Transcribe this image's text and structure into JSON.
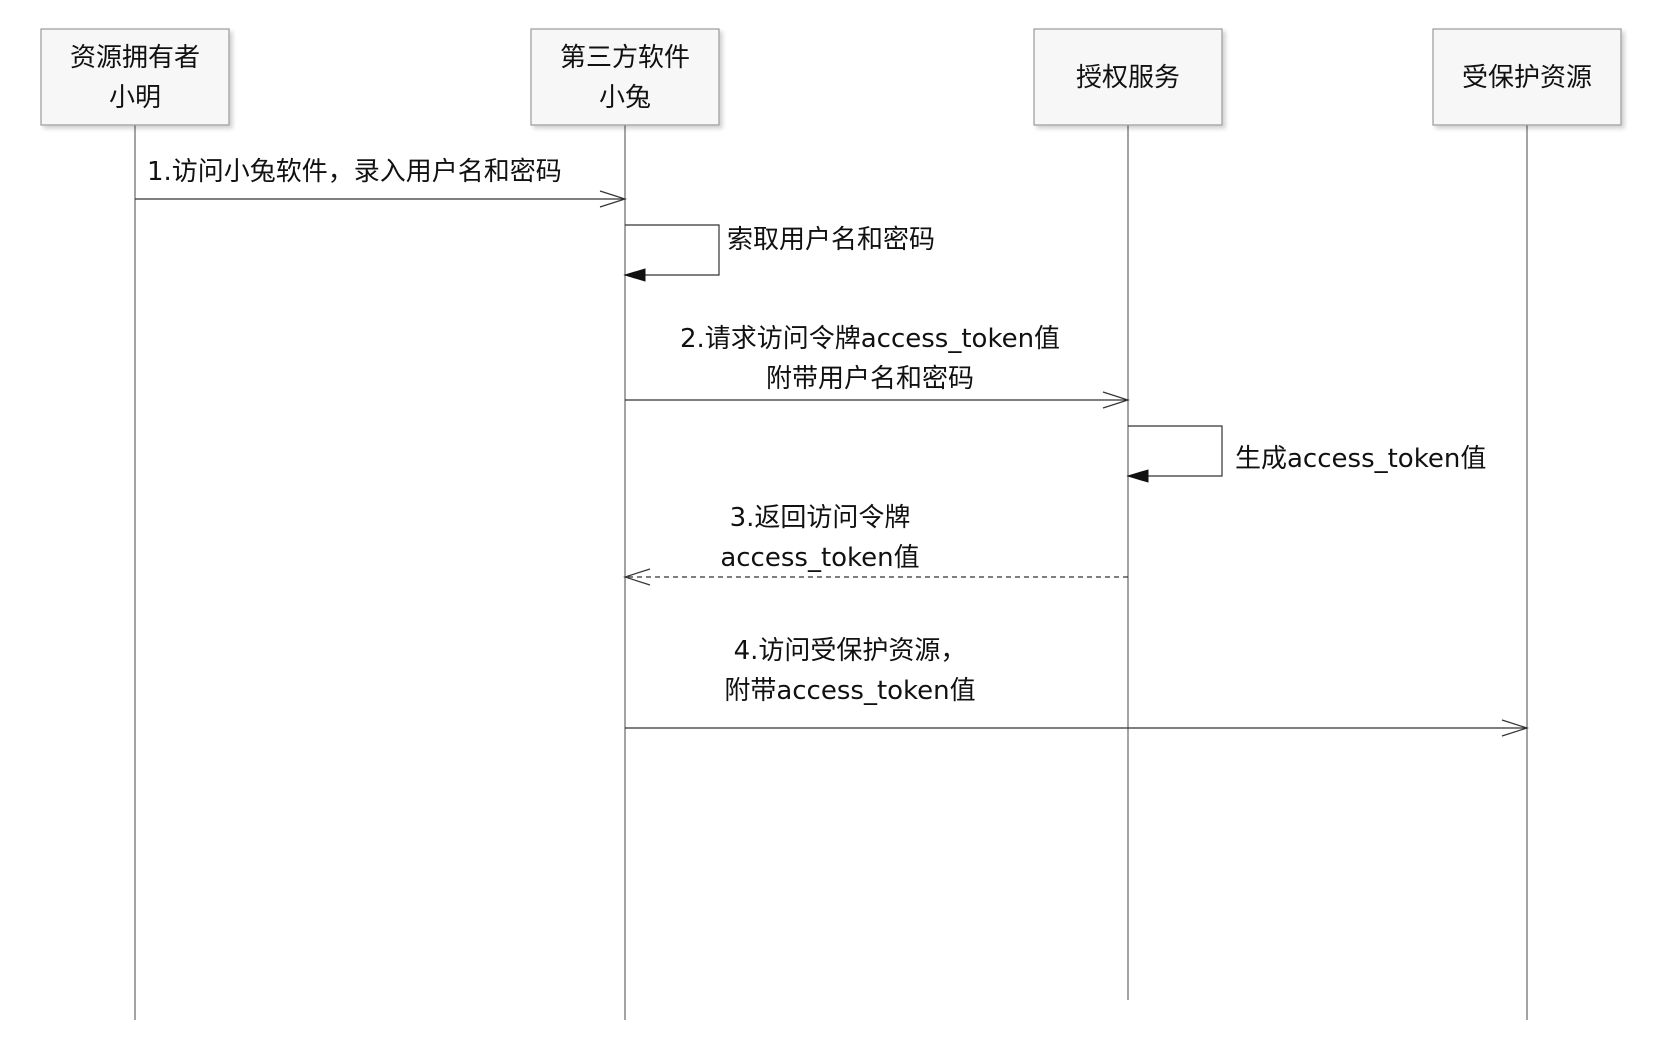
{
  "actors": [
    {
      "lines": [
        "资源拥有者",
        "小明"
      ]
    },
    {
      "lines": [
        "第三方软件",
        "小兔"
      ]
    },
    {
      "lines": [
        "授权服务"
      ]
    },
    {
      "lines": [
        "受保护资源"
      ]
    }
  ],
  "messages": [
    {
      "kind": "forward",
      "from": 0,
      "to": 1,
      "style": "solid",
      "lines": [
        "1.访问小兔软件，录入用户名和密码"
      ]
    },
    {
      "kind": "self",
      "actor": 1,
      "lines": [
        "索取用户名和密码"
      ]
    },
    {
      "kind": "forward",
      "from": 1,
      "to": 2,
      "style": "solid",
      "lines": [
        "2.请求访问令牌access_token值",
        "附带用户名和密码"
      ]
    },
    {
      "kind": "self",
      "actor": 2,
      "lines": [
        "生成access_token值"
      ]
    },
    {
      "kind": "return",
      "from": 2,
      "to": 1,
      "style": "dashed",
      "lines": [
        "3.返回访问令牌",
        "access_token值"
      ]
    },
    {
      "kind": "forward",
      "from": 1,
      "to": 3,
      "style": "solid",
      "lines": [
        "4.访问受保护资源，",
        "附带access_token值"
      ]
    }
  ]
}
